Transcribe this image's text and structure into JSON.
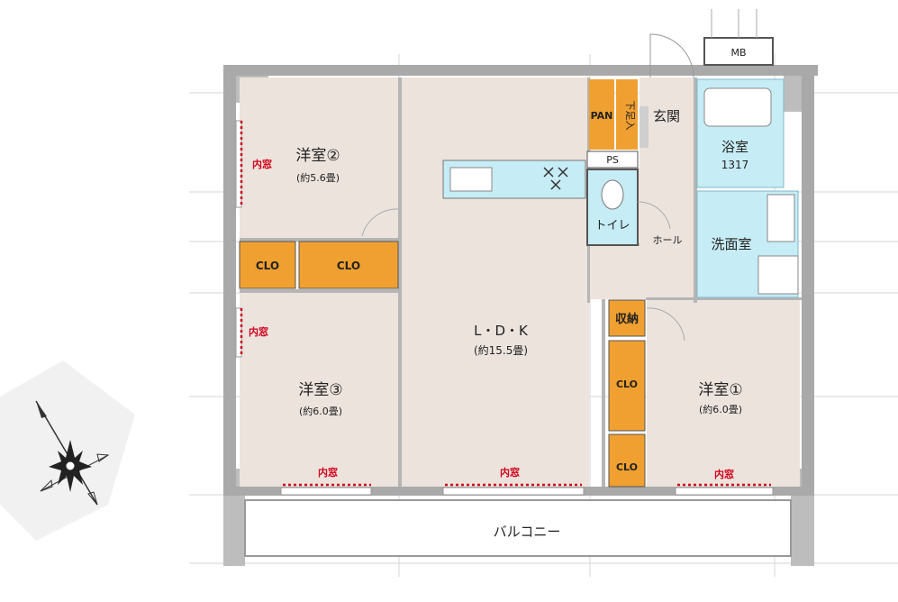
{
  "colors": {
    "room_floor": "#ece3dd",
    "closet": "#f0a030",
    "wet_area": "#c6ecf5",
    "wall": "#9a9a9a",
    "inner_window_marker": "#d0021b"
  },
  "rooms": {
    "western2": {
      "name": "洋室②",
      "area": "(約5.6畳)"
    },
    "western3": {
      "name": "洋室③",
      "area": "(約6.0畳)"
    },
    "western1": {
      "name": "洋室①",
      "area": "(約6.0畳)"
    },
    "ldk": {
      "name": "L・D・K",
      "area": "(約15.5畳)"
    },
    "bath": {
      "name": "浴室",
      "size": "1317"
    },
    "washroom": {
      "name": "洗面室"
    },
    "toilet": {
      "name": "トイレ"
    },
    "hall": {
      "name": "ホール"
    },
    "entrance": {
      "name": "玄関"
    },
    "shoe_box": {
      "name": "下足入"
    },
    "pantry": {
      "name": "PAN"
    },
    "ps": {
      "name": "PS"
    },
    "mb": {
      "name": "MB"
    },
    "storage": {
      "name": "収納"
    },
    "balcony": {
      "name": "バルコニー"
    }
  },
  "closets": {
    "clo_a": "CLO",
    "clo_b": "CLO",
    "clo_c": "CLO",
    "clo_d": "CLO"
  },
  "inner_windows": {
    "w2_side": "内窓",
    "w3_side": "内窓",
    "w3_bottom": "内窓",
    "ldk_bottom": "内窓",
    "w1_bottom": "内窓"
  },
  "compass_icon": "compass-rose-icon"
}
